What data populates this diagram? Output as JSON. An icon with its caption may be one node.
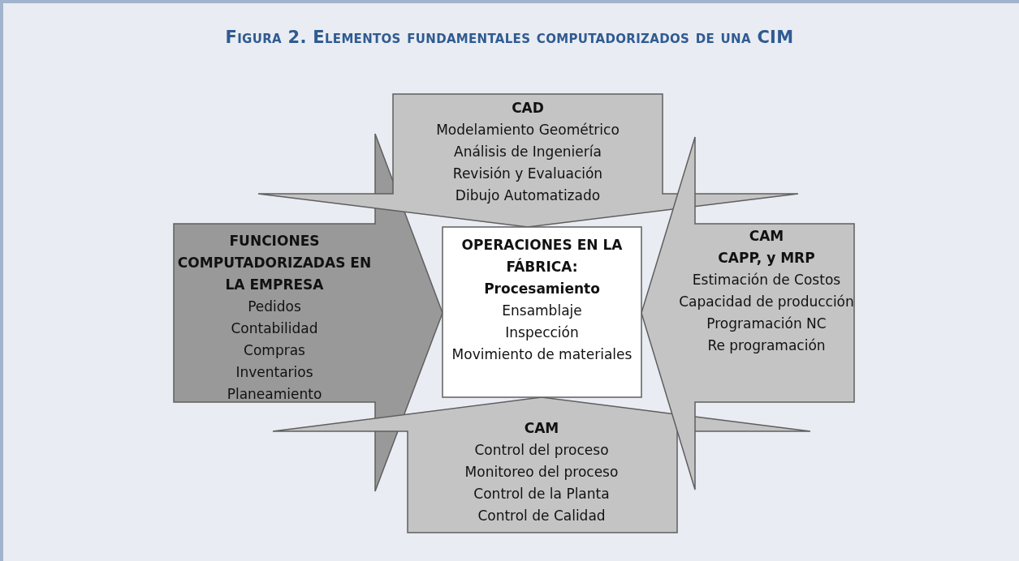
{
  "diagram": {
    "title": "Figura 2. Elementos fundamentales computadorizados de una CIM",
    "nodes": [
      {
        "text": [
          "CAD",
          "Modelamiento Geométrico",
          "Análisis de Ingeniería",
          "Revisión y Evaluación",
          "Dibujo Automatizado"
        ]
      },
      {
        "text": [
          "FUNCIONES COMPUTADORIZADAS EN LA EMPRESA",
          "Pedidos",
          "Contabilidad",
          "Compras",
          "Inventarios",
          "Planeamiento"
        ]
      },
      {
        "text": [
          "OPERACIONES EN LA FÁBRICA:",
          "Procesamiento",
          "Ensamblaje",
          "Inspección",
          "Movimiento de materiales"
        ]
      },
      {
        "text": [
          "CAM",
          "CAPP, y MRP",
          "Estimación de Costos",
          "Capacidad de producción",
          "Programación NC",
          "Re programación"
        ]
      },
      {
        "text": [
          "CAM",
          "Control del proceso",
          "Monitoreo del proceso",
          "Control de la Planta",
          "Control de Calidad"
        ]
      }
    ]
  }
}
